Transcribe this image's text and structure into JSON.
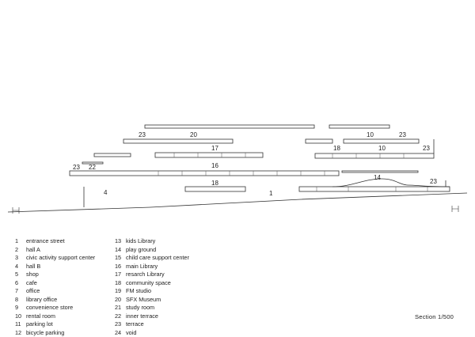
{
  "section_labels": {
    "l23a": "23",
    "l20": "20",
    "l10a": "10",
    "l23b": "23",
    "l17": "17",
    "l18a": "18",
    "l10b": "10",
    "l23c": "23",
    "l23d": "23",
    "l22": "22",
    "l16": "16",
    "l14": "14",
    "l23e": "23",
    "l4": "4",
    "l18b": "18",
    "l1": "1"
  },
  "legend": {
    "col1": [
      {
        "num": "1",
        "label": "entrance street"
      },
      {
        "num": "2",
        "label": "hall A"
      },
      {
        "num": "3",
        "label": "civic activity support center"
      },
      {
        "num": "4",
        "label": "hall B"
      },
      {
        "num": "5",
        "label": "shop"
      },
      {
        "num": "6",
        "label": "cafe"
      },
      {
        "num": "7",
        "label": "office"
      },
      {
        "num": "8",
        "label": "library office"
      },
      {
        "num": "9",
        "label": "convenience store"
      },
      {
        "num": "10",
        "label": "rental room"
      },
      {
        "num": "11",
        "label": "parking lot"
      },
      {
        "num": "12",
        "label": "bicycle parking"
      }
    ],
    "col2": [
      {
        "num": "13",
        "label": "kids Library"
      },
      {
        "num": "14",
        "label": "play ground"
      },
      {
        "num": "15",
        "label": "child care support center"
      },
      {
        "num": "16",
        "label": "main Library"
      },
      {
        "num": "17",
        "label": "resarch Library"
      },
      {
        "num": "18",
        "label": "community space"
      },
      {
        "num": "19",
        "label": "FM studio"
      },
      {
        "num": "20",
        "label": "SFX Museum"
      },
      {
        "num": "21",
        "label": "study room"
      },
      {
        "num": "22",
        "label": "inner terrace"
      },
      {
        "num": "23",
        "label": "terrace"
      },
      {
        "num": "24",
        "label": "void"
      }
    ]
  },
  "scale_label": "Section   1/500"
}
